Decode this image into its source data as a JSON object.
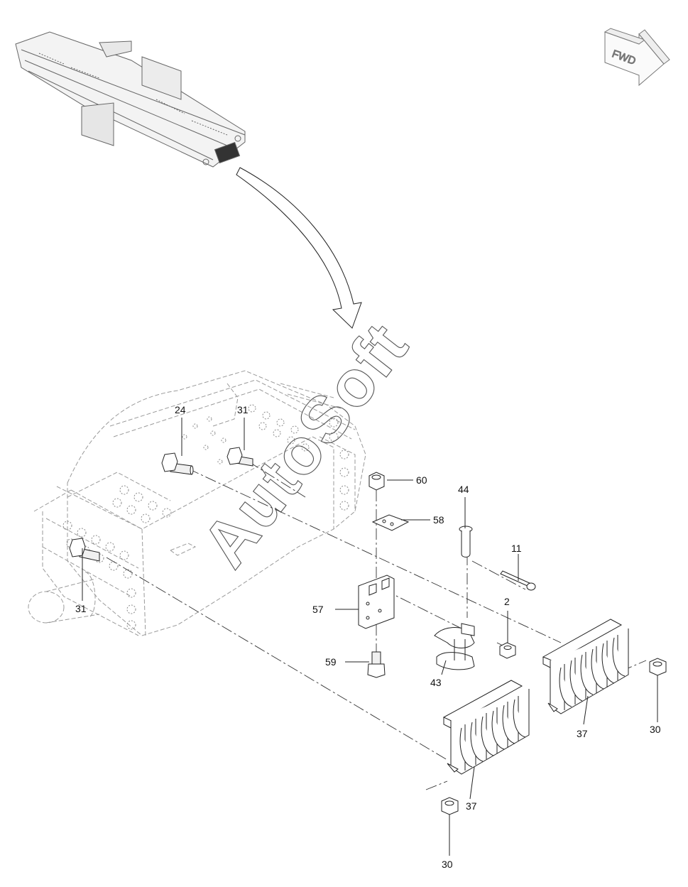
{
  "diagram": {
    "watermark": "AutoSoft",
    "fwd_label": "FWD",
    "labels": [
      {
        "id": "p24",
        "text": "24"
      },
      {
        "id": "p31a",
        "text": "31"
      },
      {
        "id": "p31b",
        "text": "31"
      },
      {
        "id": "p60",
        "text": "60"
      },
      {
        "id": "p58",
        "text": "58"
      },
      {
        "id": "p44",
        "text": "44"
      },
      {
        "id": "p11",
        "text": "11"
      },
      {
        "id": "p2",
        "text": "2"
      },
      {
        "id": "p57",
        "text": "57"
      },
      {
        "id": "p59",
        "text": "59"
      },
      {
        "id": "p43",
        "text": "43"
      },
      {
        "id": "p37a",
        "text": "37"
      },
      {
        "id": "p37b",
        "text": "37"
      },
      {
        "id": "p30a",
        "text": "30"
      },
      {
        "id": "p30b",
        "text": "30"
      }
    ]
  }
}
